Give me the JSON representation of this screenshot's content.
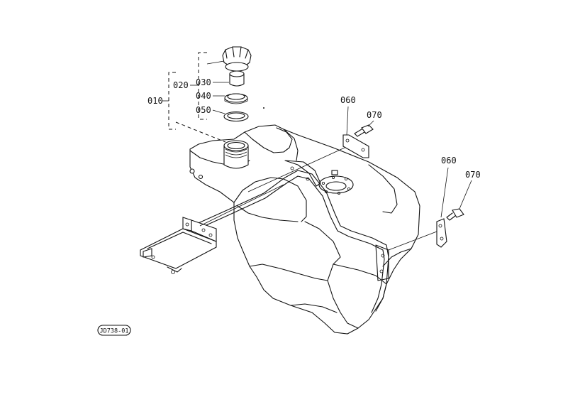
{
  "diagram": {
    "callouts": {
      "p010": "010",
      "p020": "020",
      "p030": "030",
      "p040": "040",
      "p050": "050",
      "p060_left": "060",
      "p070_left": "070",
      "p060_right": "060",
      "p070_right": "070"
    },
    "figure_code": "JD738-01"
  }
}
